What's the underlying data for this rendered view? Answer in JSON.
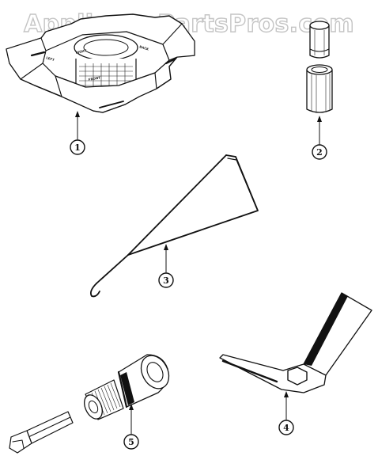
{
  "watermark": "AppliancePartsPros.com",
  "callouts": [
    "1",
    "2",
    "3",
    "4",
    "5"
  ],
  "part1_markings": [
    "RIGHT",
    "FRONT",
    "LEFT",
    "BACK"
  ]
}
